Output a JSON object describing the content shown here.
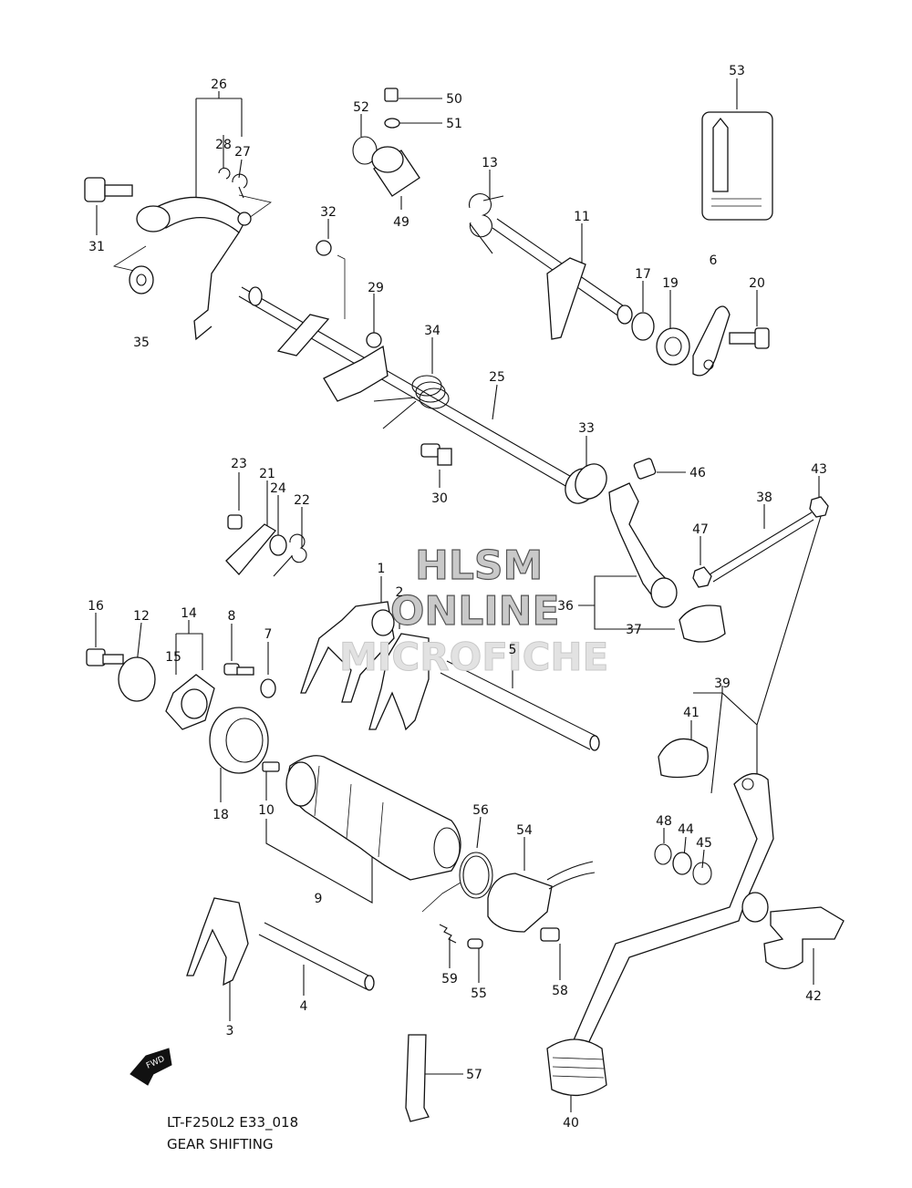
{
  "watermark": {
    "line1": "HLSM",
    "line2": "ONLINE",
    "line3": "MICROFICHE"
  },
  "footer": {
    "model_code": "LT-F250L2 E33_018",
    "title": "GEAR SHIFTING"
  },
  "fwd_arrow": {
    "label": "FWD"
  },
  "callouts": [
    {
      "id": "c1",
      "label": "1"
    },
    {
      "id": "c2",
      "label": "2"
    },
    {
      "id": "c3",
      "label": "3"
    },
    {
      "id": "c4",
      "label": "4"
    },
    {
      "id": "c5",
      "label": "5"
    },
    {
      "id": "c6",
      "label": "6"
    },
    {
      "id": "c7",
      "label": "7"
    },
    {
      "id": "c8",
      "label": "8"
    },
    {
      "id": "c9",
      "label": "9"
    },
    {
      "id": "c10",
      "label": "10"
    },
    {
      "id": "c11",
      "label": "11"
    },
    {
      "id": "c12",
      "label": "12"
    },
    {
      "id": "c13",
      "label": "13"
    },
    {
      "id": "c14",
      "label": "14"
    },
    {
      "id": "c15",
      "label": "15"
    },
    {
      "id": "c16",
      "label": "16"
    },
    {
      "id": "c17",
      "label": "17"
    },
    {
      "id": "c18",
      "label": "18"
    },
    {
      "id": "c19",
      "label": "19"
    },
    {
      "id": "c20",
      "label": "20"
    },
    {
      "id": "c21",
      "label": "21"
    },
    {
      "id": "c22",
      "label": "22"
    },
    {
      "id": "c23",
      "label": "23"
    },
    {
      "id": "c24",
      "label": "24"
    },
    {
      "id": "c25",
      "label": "25"
    },
    {
      "id": "c26",
      "label": "26"
    },
    {
      "id": "c27",
      "label": "27"
    },
    {
      "id": "c28",
      "label": "28"
    },
    {
      "id": "c29",
      "label": "29"
    },
    {
      "id": "c30",
      "label": "30"
    },
    {
      "id": "c31",
      "label": "31"
    },
    {
      "id": "c32",
      "label": "32"
    },
    {
      "id": "c33",
      "label": "33"
    },
    {
      "id": "c34",
      "label": "34"
    },
    {
      "id": "c35",
      "label": "35"
    },
    {
      "id": "c36",
      "label": "36"
    },
    {
      "id": "c37",
      "label": "37"
    },
    {
      "id": "c38",
      "label": "38"
    },
    {
      "id": "c39",
      "label": "39"
    },
    {
      "id": "c40",
      "label": "40"
    },
    {
      "id": "c41",
      "label": "41"
    },
    {
      "id": "c42",
      "label": "42"
    },
    {
      "id": "c43",
      "label": "43"
    },
    {
      "id": "c44",
      "label": "44"
    },
    {
      "id": "c45",
      "label": "45"
    },
    {
      "id": "c46",
      "label": "46"
    },
    {
      "id": "c47",
      "label": "47"
    },
    {
      "id": "c48",
      "label": "48"
    },
    {
      "id": "c49",
      "label": "49"
    },
    {
      "id": "c50",
      "label": "50"
    },
    {
      "id": "c51",
      "label": "51"
    },
    {
      "id": "c52",
      "label": "52"
    },
    {
      "id": "c53",
      "label": "53"
    },
    {
      "id": "c54",
      "label": "54"
    },
    {
      "id": "c55",
      "label": "55"
    },
    {
      "id": "c56",
      "label": "56"
    },
    {
      "id": "c57",
      "label": "57"
    },
    {
      "id": "c58",
      "label": "58"
    },
    {
      "id": "c59",
      "label": "59"
    }
  ]
}
